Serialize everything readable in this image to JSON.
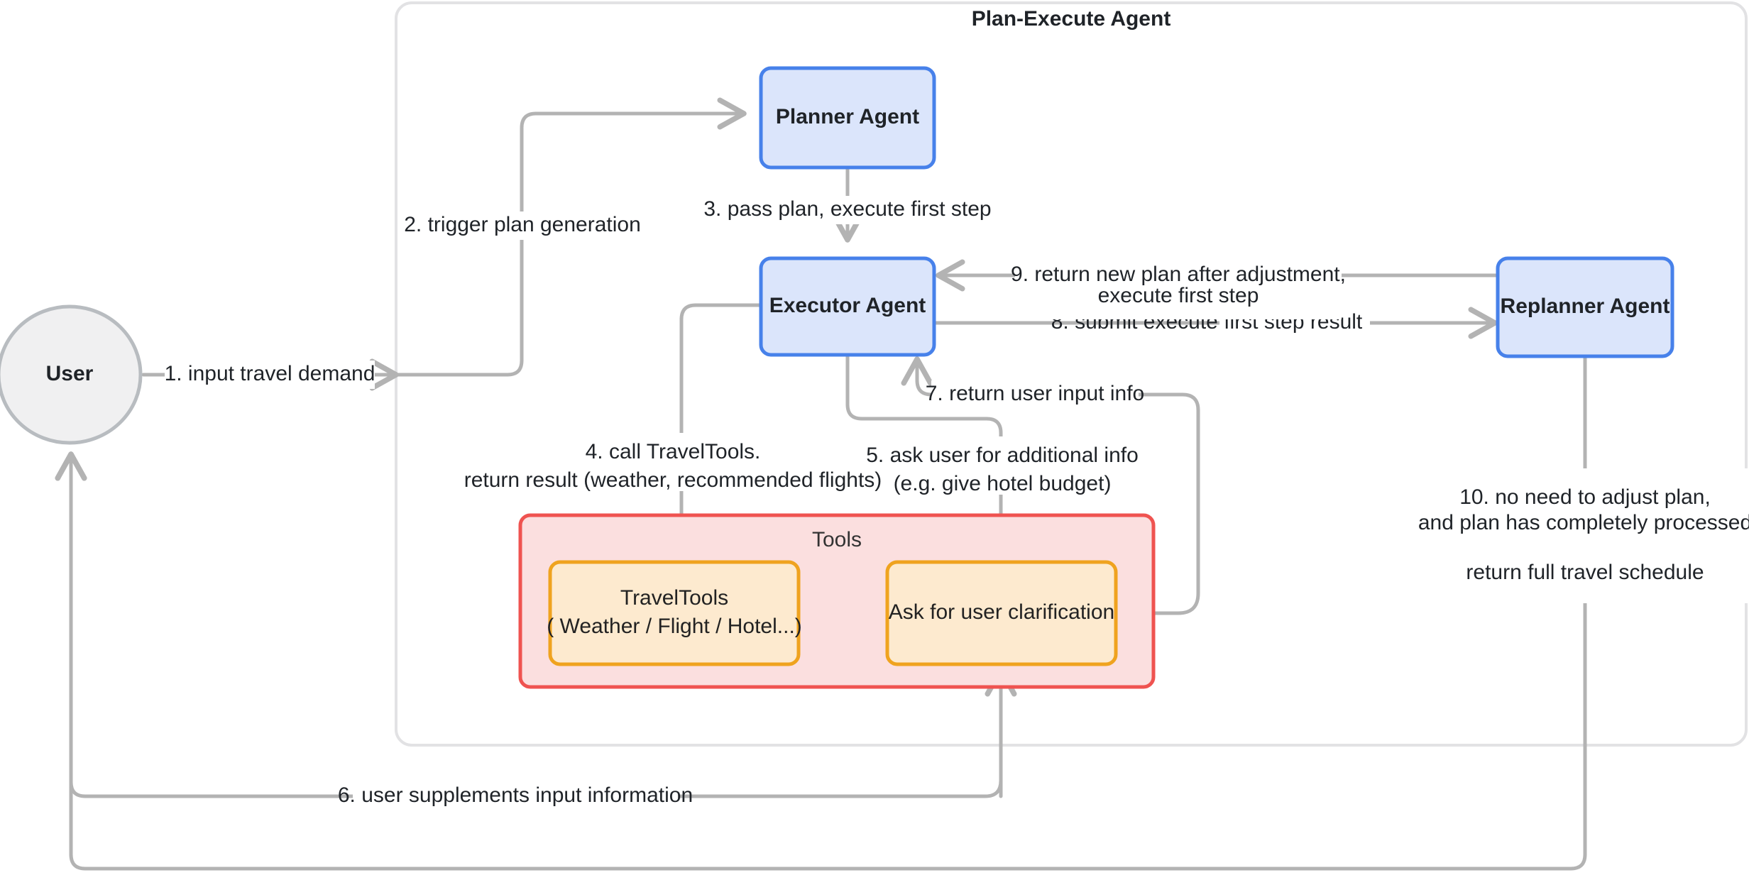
{
  "diagram": {
    "title": "Plan-Execute Agent",
    "tools_group_title": "Tools",
    "colors": {
      "agent_fill": "#dbe5fb",
      "agent_stroke": "#4781ea",
      "tools_fill": "#fbdfdf",
      "tools_stroke": "#ef5350",
      "tool_fill": "#fdeacf",
      "tool_stroke": "#efa31f",
      "user_fill": "#f0f0f1",
      "user_stroke": "#b8bcc0",
      "edge": "#b3b3b3",
      "container_stroke": "#e2e2e4"
    },
    "nodes": {
      "user": "User",
      "planner": "Planner Agent",
      "executor": "Executor Agent",
      "replanner": "Replanner Agent",
      "travel_tools_line1": "TravelTools",
      "travel_tools_line2": "( Weather / Flight / Hotel...)",
      "ask_clarification": "Ask for user clarification"
    },
    "edges": [
      {
        "id": "e1",
        "label": "1. input travel demand"
      },
      {
        "id": "e2",
        "label": "2. trigger plan generation"
      },
      {
        "id": "e3",
        "label": "3. pass plan, execute first step"
      },
      {
        "id": "e4_line1",
        "label": "4. call TravelTools."
      },
      {
        "id": "e4_line2",
        "label": "return result (weather, recommended flights)"
      },
      {
        "id": "e5_line1",
        "label": "5. ask user for additional info"
      },
      {
        "id": "e5_line2",
        "label": "(e.g. give hotel budget)"
      },
      {
        "id": "e6",
        "label": "6. user supplements input information"
      },
      {
        "id": "e7",
        "label": "7. return user input info"
      },
      {
        "id": "e8",
        "label": "8. submit execute first step result"
      },
      {
        "id": "e9_line1",
        "label": "9. return new plan after adjustment,"
      },
      {
        "id": "e9_line2",
        "label": "execute first step"
      },
      {
        "id": "e10_line1",
        "label": "10. no need to adjust plan,"
      },
      {
        "id": "e10_line2",
        "label": "and plan has completely processed"
      },
      {
        "id": "e10_line3",
        "label": "return full travel schedule"
      }
    ]
  }
}
